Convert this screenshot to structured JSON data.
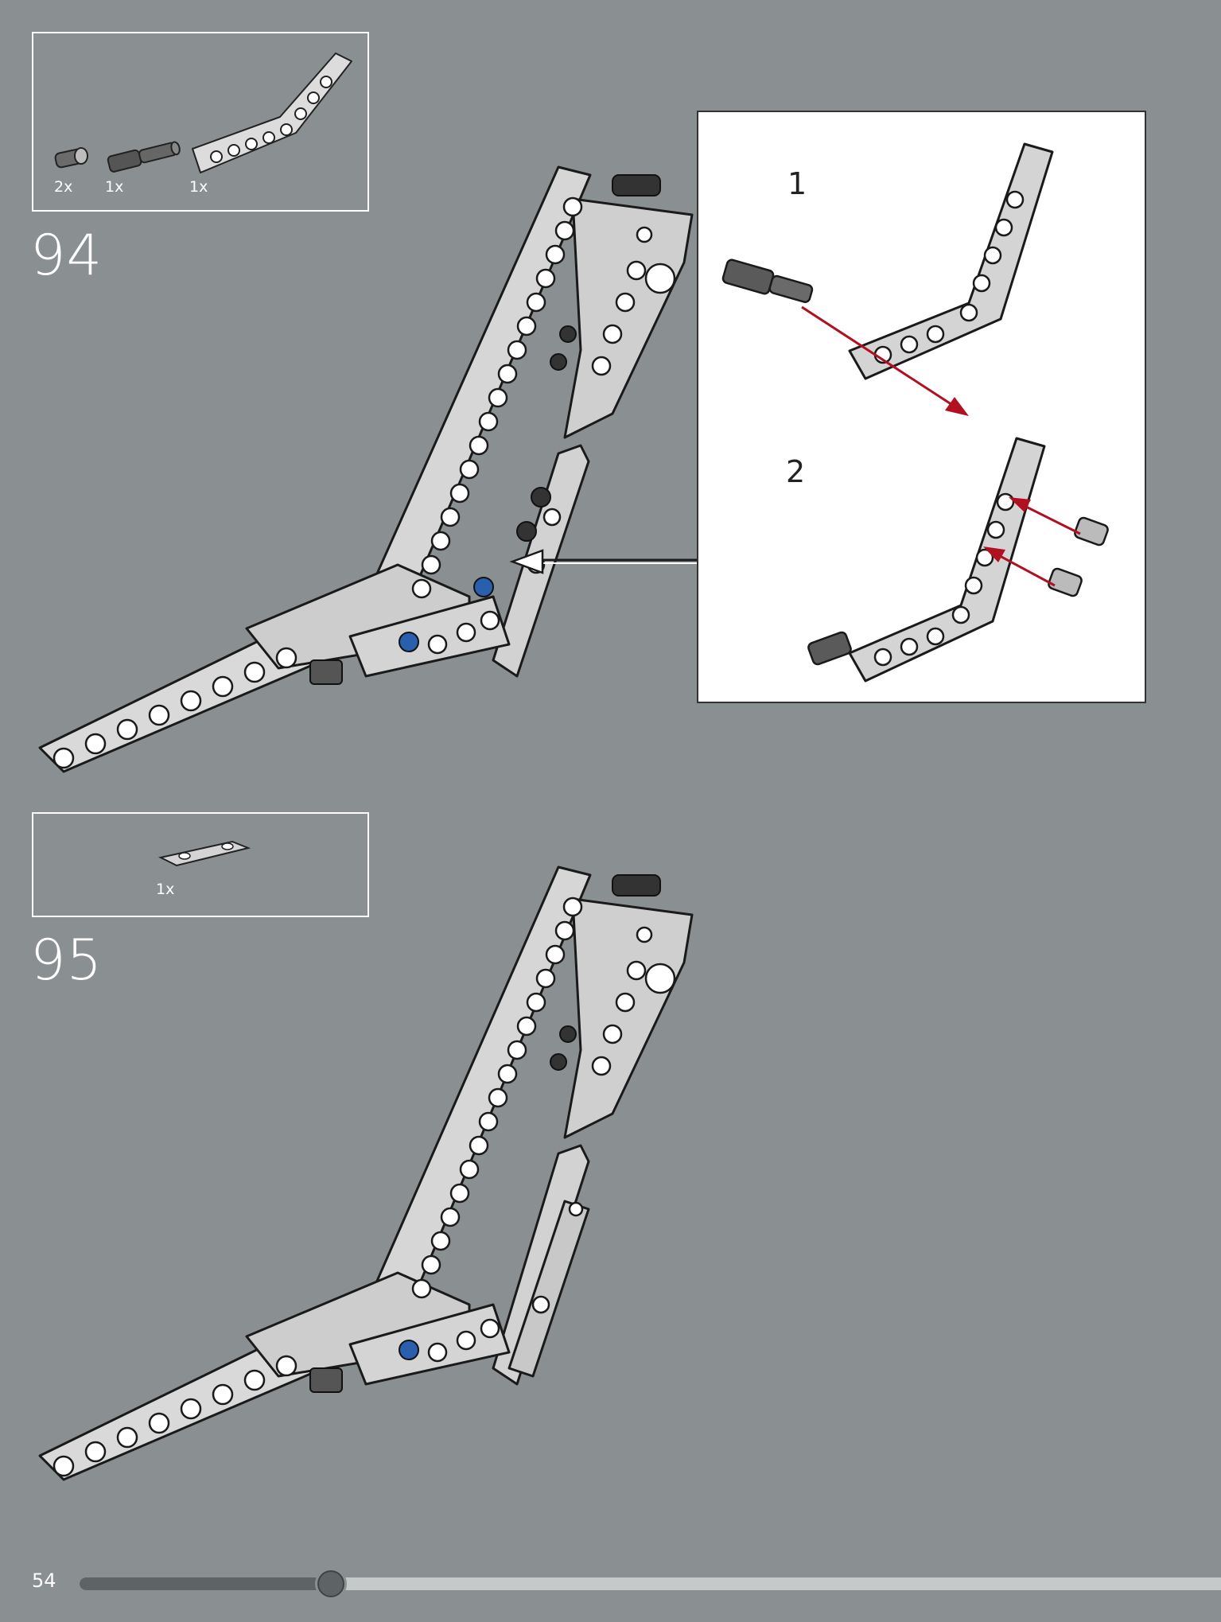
{
  "steps": [
    {
      "number": "94",
      "parts": [
        {
          "name": "connector-peg",
          "qty": "2x"
        },
        {
          "name": "axle-peg",
          "qty": "1x"
        },
        {
          "name": "bent-beam",
          "qty": "1x"
        }
      ],
      "callout": {
        "substeps": [
          "1",
          "2"
        ]
      }
    },
    {
      "number": "95",
      "parts": [
        {
          "name": "flat-plate",
          "qty": "1x"
        }
      ]
    }
  ],
  "footer": {
    "page_number": "54",
    "progress": 0.22
  },
  "colors": {
    "background": "#8a9092",
    "part_gray": "#d4d4d4",
    "arrow_red": "#b01020",
    "accent_blue": "#2a5fb0"
  }
}
